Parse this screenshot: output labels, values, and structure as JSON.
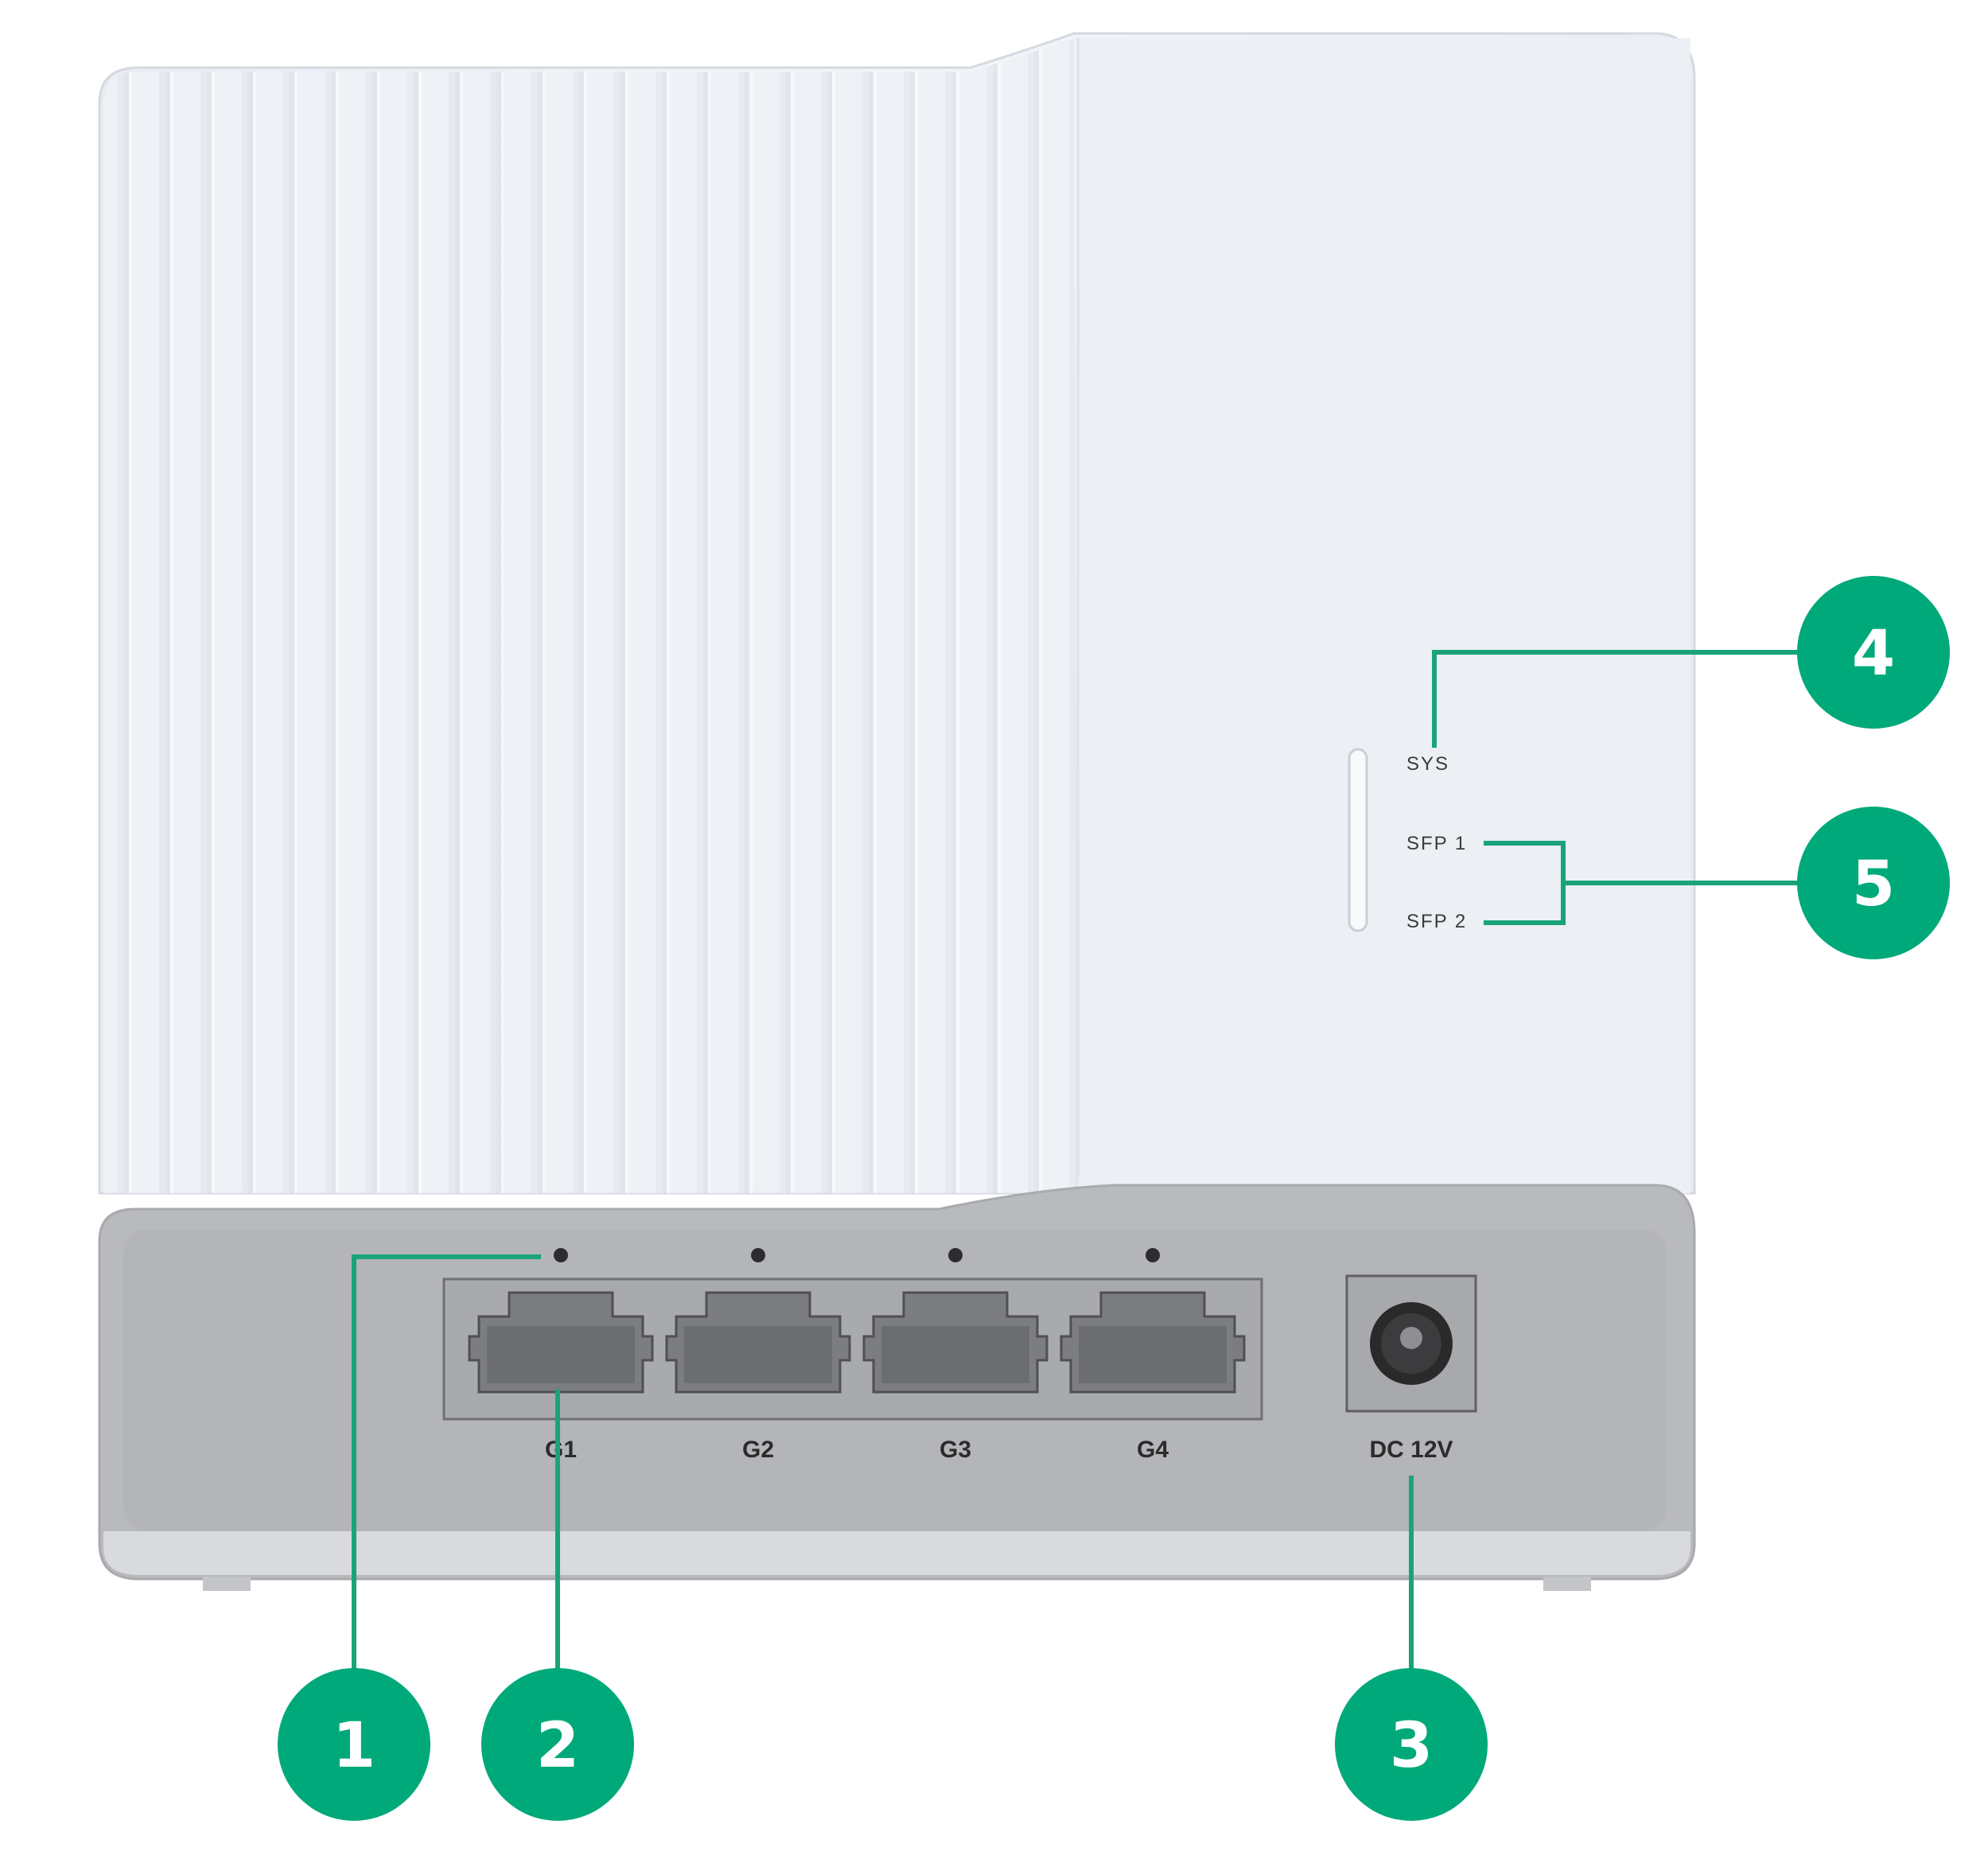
{
  "device": {
    "ports": [
      {
        "label": "G1"
      },
      {
        "label": "G2"
      },
      {
        "label": "G3"
      },
      {
        "label": "G4"
      }
    ],
    "power_label": "DC 12V",
    "leds": [
      {
        "label": "SYS"
      },
      {
        "label": "SFP 1"
      },
      {
        "label": "SFP 2"
      }
    ]
  },
  "callouts": [
    {
      "number": "1",
      "target": "port-led"
    },
    {
      "number": "2",
      "target": "ethernet-port"
    },
    {
      "number": "3",
      "target": "power-jack"
    },
    {
      "number": "4",
      "target": "sys-led"
    },
    {
      "number": "5",
      "target": "sfp-leds"
    }
  ],
  "colors": {
    "callout": "#00a97a",
    "leader": "#1aa37a",
    "body": "#eef1f5",
    "panel": "#b7b8bb"
  }
}
